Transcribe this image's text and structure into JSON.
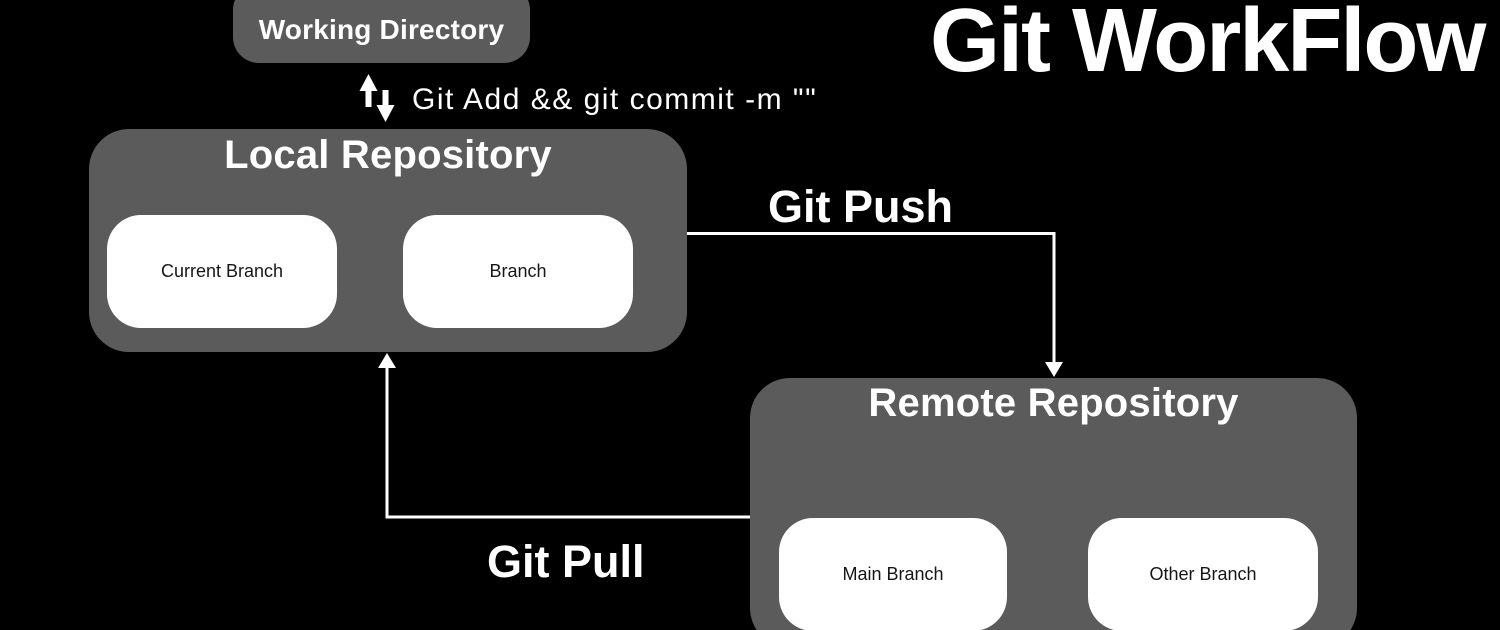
{
  "title": "Git WorkFlow",
  "nodes": {
    "working_directory": {
      "label": "Working Directory"
    },
    "local_repository": {
      "label": "Local Repository",
      "children": [
        {
          "label": "Current Branch"
        },
        {
          "label": "Branch"
        }
      ]
    },
    "remote_repository": {
      "label": "Remote Repository",
      "children": [
        {
          "label": "Main Branch"
        },
        {
          "label": "Other Branch"
        }
      ]
    }
  },
  "edges": {
    "add_commit": {
      "label": "Git Add && git commit -m \"\""
    },
    "push": {
      "label": "Git Push"
    },
    "pull": {
      "label": "Git Pull"
    }
  },
  "colors": {
    "background": "#000000",
    "node_gray": "#5b5b5b",
    "node_white": "#ffffff",
    "text_light": "#ffffff",
    "text_dark": "#161616",
    "arrow": "#ffffff"
  }
}
